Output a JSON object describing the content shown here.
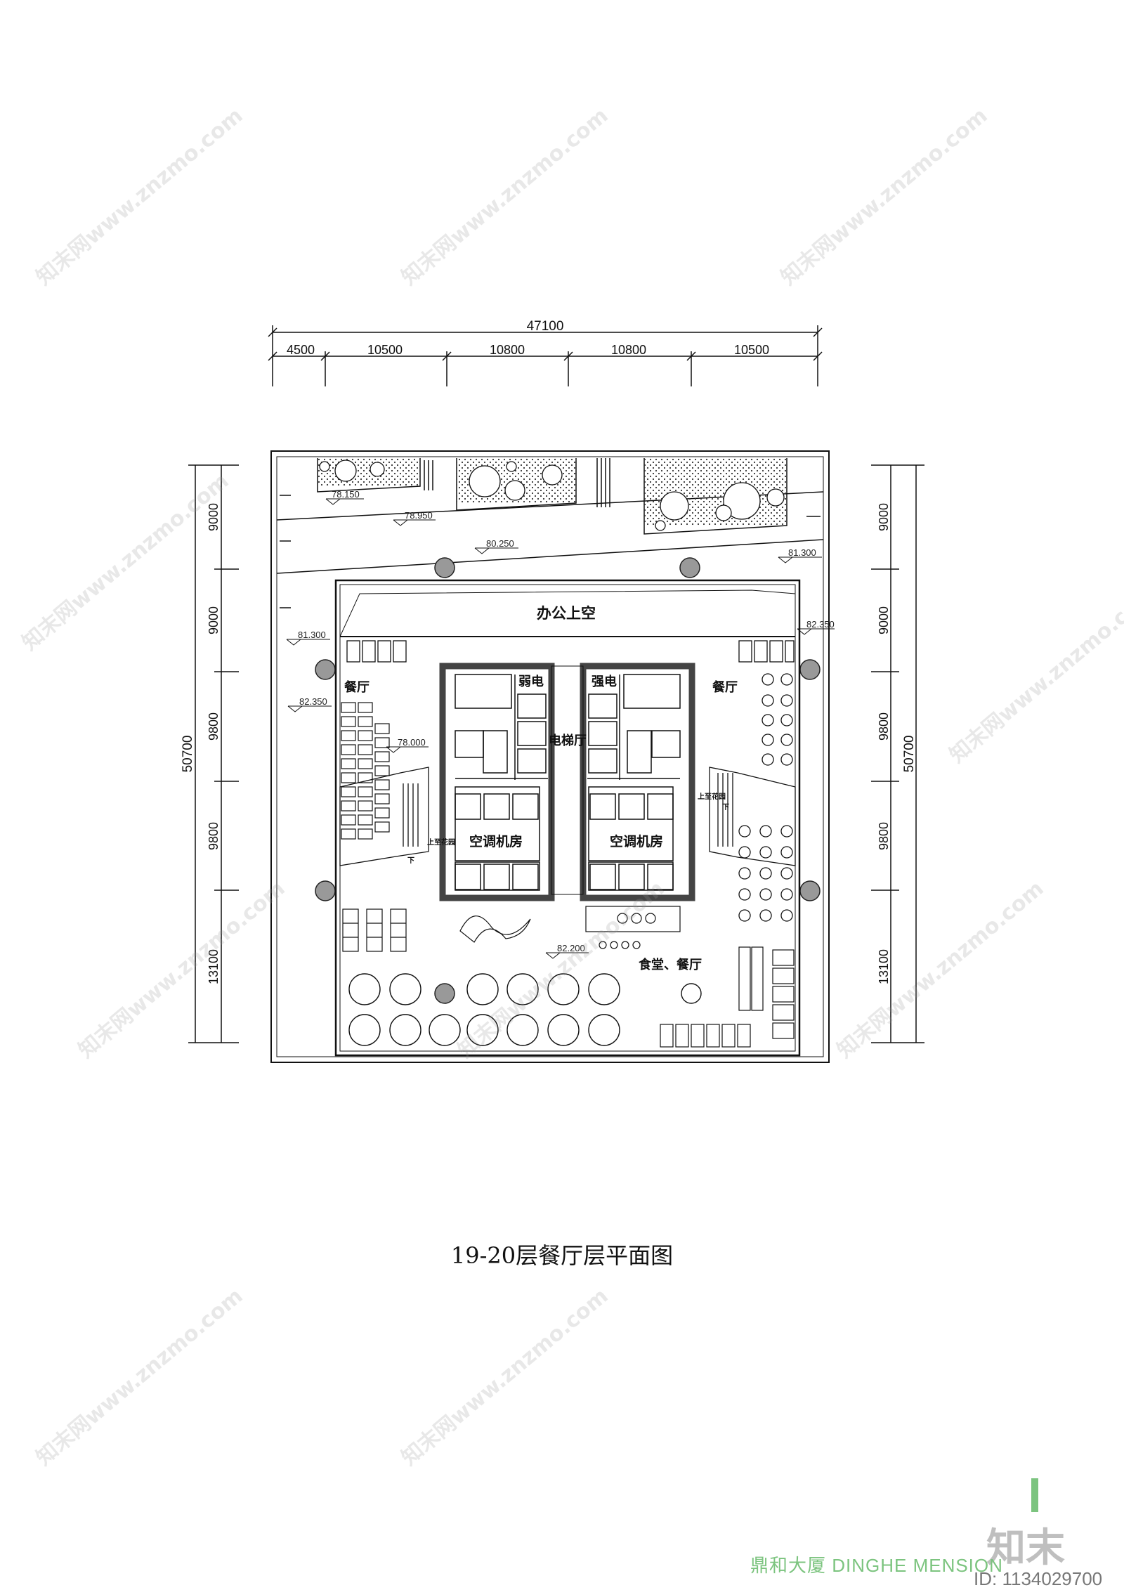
{
  "drawing": {
    "overall_width": "47100",
    "top_dims": [
      "4500",
      "10500",
      "10800",
      "10800",
      "10500"
    ],
    "overall_height": "50700",
    "left_dims": [
      "9000",
      "9000",
      "9800",
      "9800",
      "13100"
    ],
    "right_dims": [
      "9000",
      "9000",
      "9800",
      "9800",
      "13100"
    ]
  },
  "rooms": {
    "void": "办公上空",
    "restaurant_left": "餐厅",
    "restaurant_right": "餐厅",
    "weak_elec": "弱电",
    "strong_elec": "强电",
    "elevator_hall": "电梯厅",
    "ac_room_left": "空调机房",
    "ac_room_right": "空调机房",
    "canteen": "食堂、餐厅",
    "up_garden_left": "上至花园",
    "up_garden_right": "上至花园",
    "down_left": "下",
    "down_right": "下"
  },
  "levels": [
    "78.150",
    "78.950",
    "80.250",
    "81.300",
    "81.300",
    "82.350",
    "82.350",
    "78.000",
    "82.200"
  ],
  "title": "19-20层餐厅层平面图",
  "footer": {
    "brand": "鼎和大厦  DINGHE MENSION",
    "logo": "知末",
    "id": "ID: 1134029700"
  },
  "watermark": "知末网www.znzmo.com"
}
